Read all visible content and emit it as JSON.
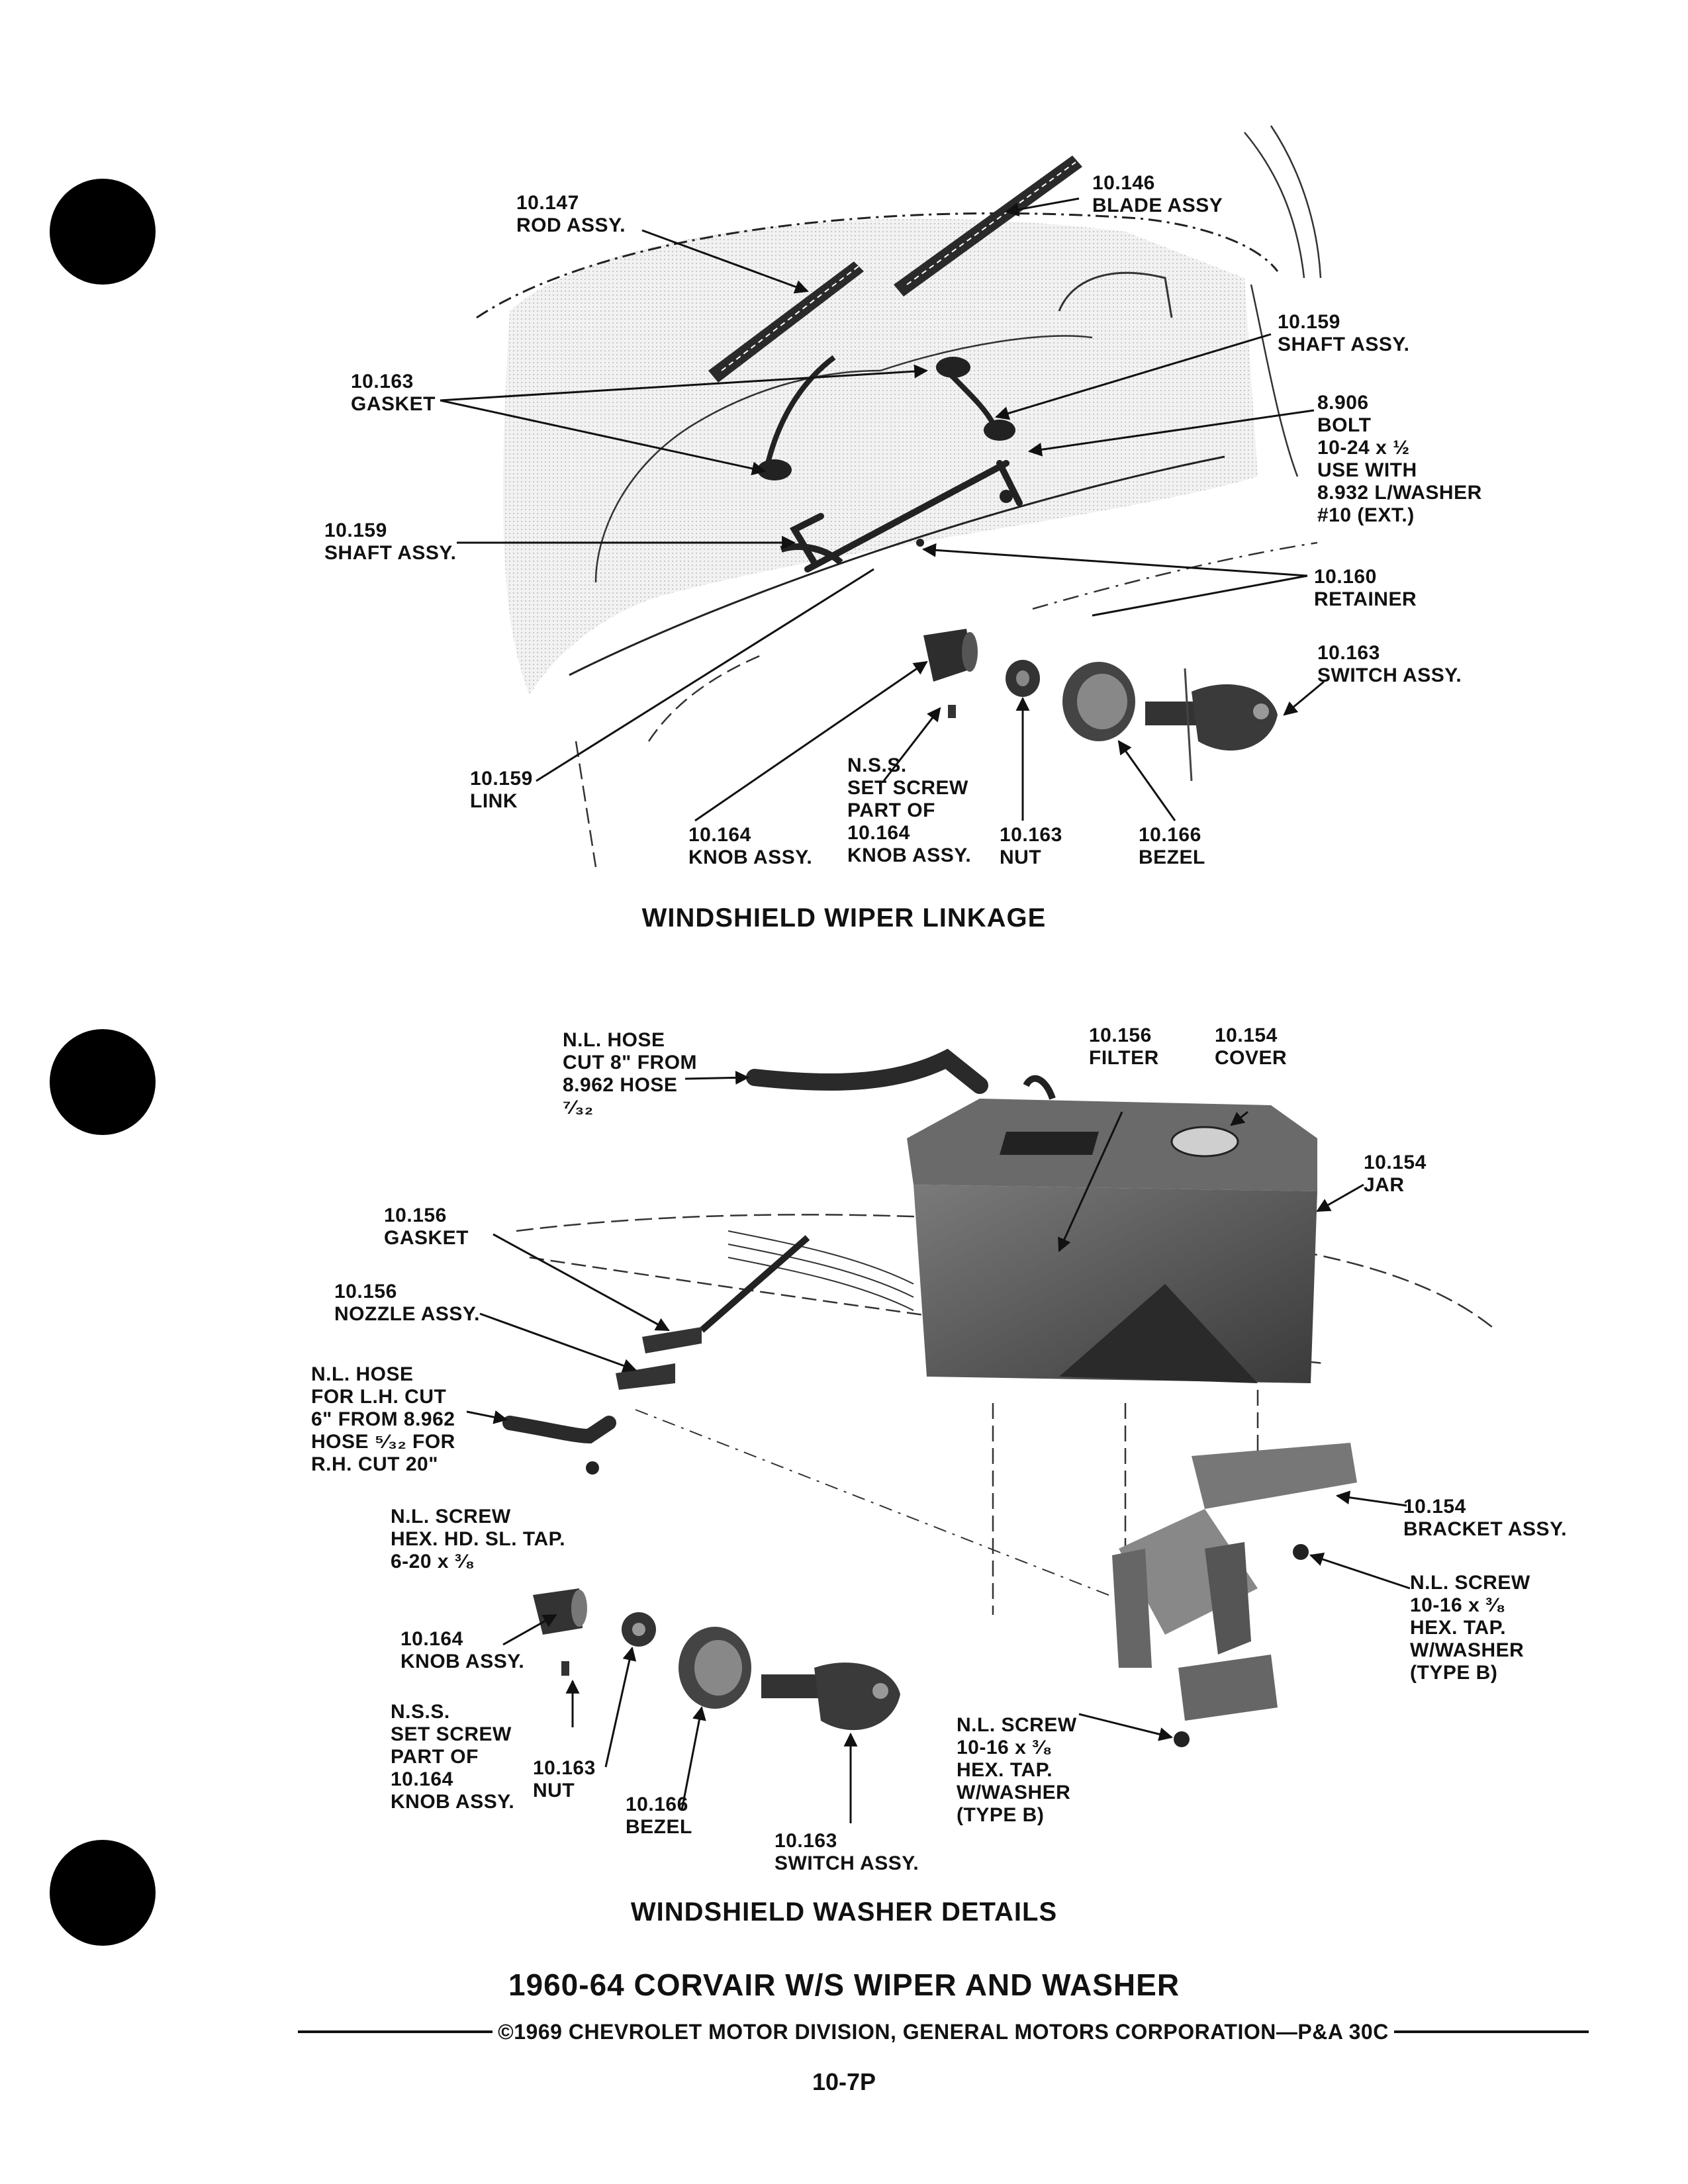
{
  "top_diagram": {
    "title": "WINDSHIELD WIPER LINKAGE",
    "callouts": {
      "rod": "10.147\nROD ASSY.",
      "blade": "10.146\nBLADE ASSY",
      "shaft_right": "10.159\nSHAFT ASSY.",
      "gasket": "10.163\nGASKET",
      "bolt": "8.906\nBOLT\n10-24 x ½\nUSE WITH\n8.932 L/WASHER\n#10 (EXT.)",
      "shaft_left": "10.159\nSHAFT ASSY.",
      "retainer": "10.160\nRETAINER",
      "switch": "10.163\nSWITCH ASSY.",
      "link": "10.159\nLINK",
      "set_screw": "N.S.S.\nSET SCREW\nPART OF\n10.164\nKNOB ASSY.",
      "knob": "10.164\nKNOB ASSY.",
      "nut": "10.163\nNUT",
      "bezel": "10.166\nBEZEL"
    }
  },
  "bottom_diagram": {
    "title": "WINDSHIELD WASHER DETAILS",
    "callouts": {
      "hose_top": "N.L. HOSE\nCUT 8\" FROM\n8.962 HOSE\n⁷⁄₃₂",
      "filter": "10.156\nFILTER",
      "cover": "10.154\nCOVER",
      "jar": "10.154\nJAR",
      "gasket": "10.156\nGASKET",
      "nozzle": "10.156\nNOZZLE ASSY.",
      "hose_lh": "N.L. HOSE\nFOR L.H. CUT\n6\" FROM 8.962\nHOSE ⁵⁄₃₂ FOR\nR.H. CUT 20\"",
      "screw_hex": "N.L. SCREW\nHEX. HD. SL. TAP.\n6-20 x ³⁄₈",
      "bracket": "10.154\nBRACKET ASSY.",
      "screw_right": "N.L. SCREW\n10-16 x ³⁄₈\nHEX. TAP.\nW/WASHER\n(TYPE B)",
      "knob": "10.164\nKNOB ASSY.",
      "set_screw": "N.S.S.\nSET SCREW\nPART OF\n10.164\nKNOB ASSY.",
      "nut": "10.163\nNUT",
      "bezel": "10.166\nBEZEL",
      "switch": "10.163\nSWITCH ASSY.",
      "screw_bottom": "N.L. SCREW\n10-16 x ³⁄₈\nHEX. TAP.\nW/WASHER\n(TYPE B)"
    }
  },
  "page_title": "1960-64 CORVAIR W/S WIPER AND WASHER",
  "footer": "©1969 CHEVROLET MOTOR DIVISION, GENERAL MOTORS CORPORATION—P&A 30C",
  "page_number": "10-7P"
}
